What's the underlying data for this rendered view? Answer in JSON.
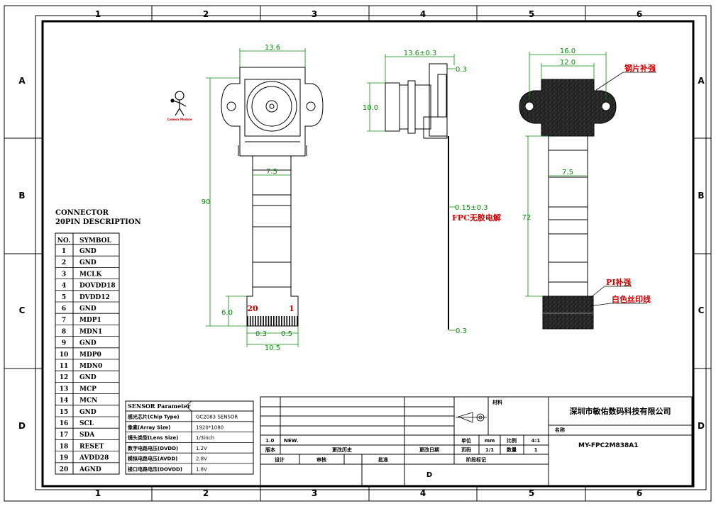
{
  "frame": {
    "columns": [
      "1",
      "2",
      "3",
      "4",
      "5",
      "6"
    ],
    "rows": [
      "A",
      "B",
      "C",
      "D"
    ]
  },
  "logo": {
    "caption": "Camera Module"
  },
  "connector": {
    "heading1": "CONNECTOR",
    "heading2": "20PIN DESCRIPTION",
    "col_no": "NO.",
    "col_symbol": "SYMBOL",
    "pins": [
      {
        "no": "1",
        "symbol": "GND"
      },
      {
        "no": "2",
        "symbol": "GND"
      },
      {
        "no": "3",
        "symbol": "MCLK"
      },
      {
        "no": "4",
        "symbol": "DOVDD18"
      },
      {
        "no": "5",
        "symbol": "DVDD12"
      },
      {
        "no": "6",
        "symbol": "GND"
      },
      {
        "no": "7",
        "symbol": "MDP1"
      },
      {
        "no": "8",
        "symbol": "MDN1"
      },
      {
        "no": "9",
        "symbol": "GND"
      },
      {
        "no": "10",
        "symbol": "MDP0"
      },
      {
        "no": "11",
        "symbol": "MDN0"
      },
      {
        "no": "12",
        "symbol": "GND"
      },
      {
        "no": "13",
        "symbol": "MCP"
      },
      {
        "no": "14",
        "symbol": "MCN"
      },
      {
        "no": "15",
        "symbol": "GND"
      },
      {
        "no": "16",
        "symbol": "SCL"
      },
      {
        "no": "17",
        "symbol": "SDA"
      },
      {
        "no": "18",
        "symbol": "RESET"
      },
      {
        "no": "19",
        "symbol": "AVDD28"
      },
      {
        "no": "20",
        "symbol": "AGND"
      }
    ]
  },
  "sensor": {
    "title": "SENSOR Parameter",
    "rows": [
      {
        "label": "感光芯片(Chip Type)",
        "value": "GC2083 SENSOR"
      },
      {
        "label": "像素(Array Size)",
        "value": "1920*1080"
      },
      {
        "label": "镜头类型(Lens Size)",
        "value": "1/3inch"
      },
      {
        "label": "数字电路电压(DVDD)",
        "value": "1.2V"
      },
      {
        "label": "模拟电路电压(AVDD)",
        "value": "2.8V"
      },
      {
        "label": "接口电路电压(DOVDD)",
        "value": "1.8V"
      }
    ]
  },
  "front_view": {
    "top_width": "13.6",
    "length": "90",
    "flex_width": "7.5",
    "tail_height": "6.0",
    "pin_first": "20",
    "pin_last": "1",
    "pitch_left": "0.3",
    "pitch_right": "0.5",
    "tail_width": "10.5"
  },
  "side_view": {
    "width": "13.6±0.3",
    "height": "10.0",
    "top_tol": "0.3",
    "fpc_thickness": "0.15±0.3",
    "fpc_note": "FPC无胶电解",
    "bottom_tol": "0.3"
  },
  "back_view": {
    "outer_width": "16.0",
    "inner_width": "12.0",
    "flex_width": "7.5",
    "length": "72",
    "note_steel": "钢片补强",
    "note_pi": "PI补强",
    "note_silk": "白色丝印线"
  },
  "title_block": {
    "material_label": "材料",
    "company": "深圳市敏佑数码科技有限公司",
    "name_label": "名称",
    "part_no": "MY-FPC2M838A1",
    "rev_no": "1.0",
    "rev_text": "NEW.",
    "unit_label": "单位",
    "unit_value": "mm",
    "scale_label": "比例",
    "scale_value": "4:1",
    "version_label": "版本",
    "history_label": "更改历史",
    "date_label": "更改日期",
    "page_label": "页码",
    "page_value": "1/1",
    "qty_label": "数量",
    "qty_value": "1",
    "design_label": "设计",
    "check_label": "审核",
    "approve_label": "批准",
    "stage_label": "阶段标记",
    "stage_value": "D"
  }
}
